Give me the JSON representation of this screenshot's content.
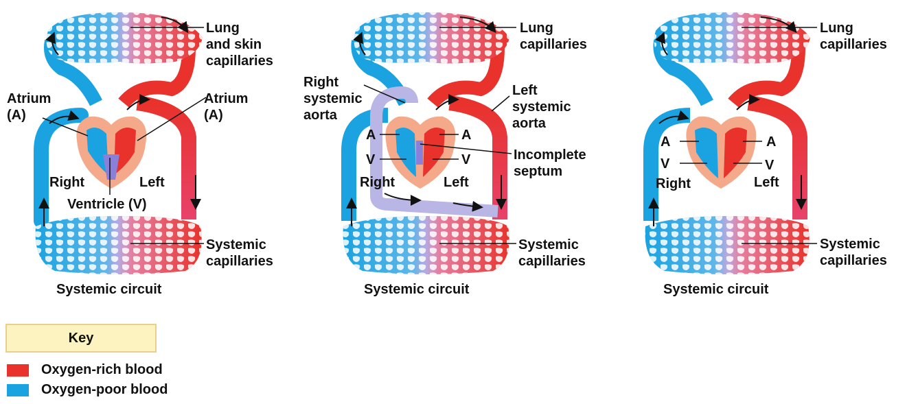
{
  "colors": {
    "oxygen_rich": "#e8322b",
    "oxygen_poor": "#1aa3e0",
    "mixed": "#b9b6e6",
    "heart": "#f4a98a",
    "key_bg": "#fdf3c0"
  },
  "panels": [
    {
      "labels": {
        "top_caps": [
          "Lung",
          "and skin",
          "capillaries"
        ],
        "atrium_left": [
          "Atrium",
          "(A)"
        ],
        "atrium_right": [
          "Atrium",
          "(A)"
        ],
        "right": "Right",
        "left": "Left",
        "ventricle": "Ventricle (V)",
        "bottom_caps": [
          "Systemic",
          "capillaries"
        ],
        "caption": "Systemic circuit"
      }
    },
    {
      "labels": {
        "top_caps": [
          "Lung",
          "capillaries"
        ],
        "right_aorta": [
          "Right",
          "systemic",
          "aorta"
        ],
        "left_aorta": [
          "Left",
          "systemic",
          "aorta"
        ],
        "a_left": "A",
        "a_right": "A",
        "v_left": "V",
        "v_right": "V",
        "septum": [
          "Incomplete",
          "septum"
        ],
        "right": "Right",
        "left": "Left",
        "bottom_caps": [
          "Systemic",
          "capillaries"
        ],
        "caption": "Systemic circuit"
      }
    },
    {
      "labels": {
        "top_caps": [
          "Lung",
          "capillaries"
        ],
        "a_left": "A",
        "a_right": "A",
        "v_left": "V",
        "v_right": "V",
        "right": "Right",
        "left": "Left",
        "bottom_caps": [
          "Systemic",
          "capillaries"
        ],
        "caption": "Systemic circuit"
      }
    }
  ],
  "key": {
    "title": "Key",
    "items": [
      {
        "label": "Oxygen-rich blood",
        "color": "#e8322b"
      },
      {
        "label": "Oxygen-poor blood",
        "color": "#1aa3e0"
      }
    ]
  }
}
